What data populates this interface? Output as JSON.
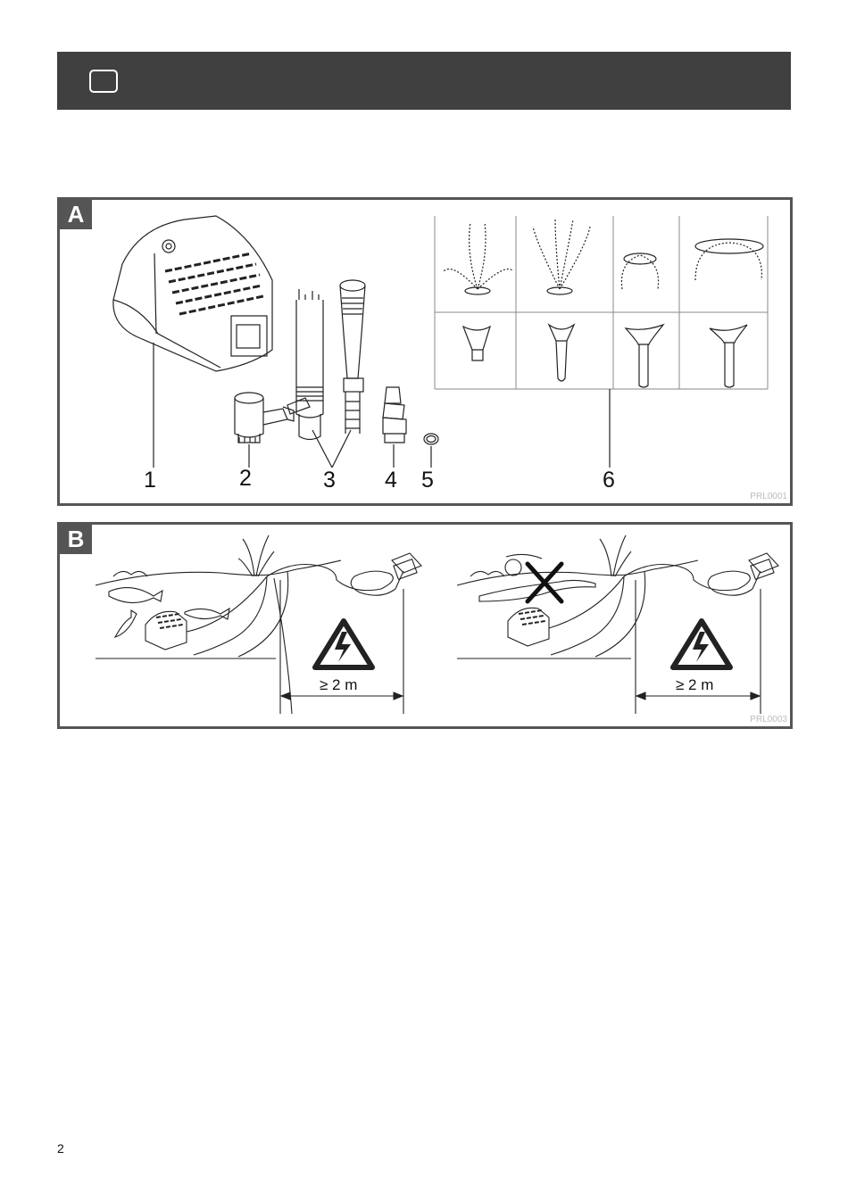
{
  "header": {
    "icon": "rounded-square-icon",
    "color": "#404040"
  },
  "panel_a": {
    "tag": "A",
    "code": "PRL0001",
    "callouts": [
      "1",
      "2",
      "3",
      "4",
      "5",
      "6"
    ],
    "items": [
      {
        "number": "1",
        "icon": "pump-housing-icon"
      },
      {
        "number": "2",
        "icon": "t-adapter-icon"
      },
      {
        "number": "3",
        "icon": "extension-tubes-icon"
      },
      {
        "number": "4",
        "icon": "hose-adapter-icon"
      },
      {
        "number": "5",
        "icon": "o-ring-icon"
      },
      {
        "number": "6",
        "icon": "fountain-nozzles-icon"
      }
    ]
  },
  "panel_b": {
    "tag": "B",
    "code": "PRL0003",
    "distance_left": "≥ 2 m",
    "distance_right": "≥ 2 m",
    "icons": [
      "pond-with-fish-icon",
      "electric-hazard-icon",
      "power-socket-icon",
      "no-swimming-cross-icon"
    ]
  },
  "footer": {
    "page_number": "2"
  }
}
